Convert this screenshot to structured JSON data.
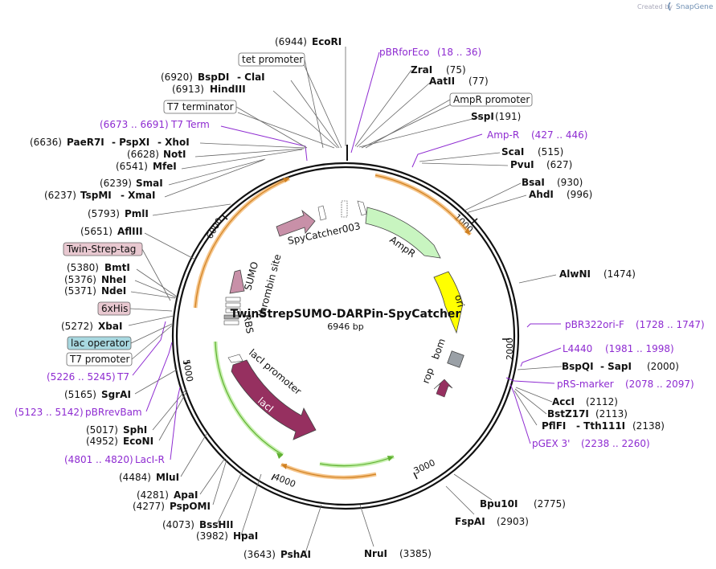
{
  "header": {
    "created_by": "Created by",
    "brand": "SnapGene"
  },
  "plasmid": {
    "name": "TwinStrepSUMO-DARPin-SpyCatcher",
    "size": "6946 bp"
  },
  "ticks": [
    "1000",
    "2000",
    "3000",
    "4000",
    "5000",
    "6000"
  ],
  "features": {
    "spycatcher": "SpyCatcher003",
    "ampr": "AmpR",
    "ori": "ori",
    "rop": "rop",
    "bom": "bom",
    "laci": "lacI",
    "laci_promoter": "lacI promoter",
    "sumo": "SUMO",
    "thrombin": "thrombin site",
    "rbs": "RBS"
  },
  "enzymes": {
    "ecori": {
      "pos": "(6944)",
      "name": "EcoRI"
    },
    "bspdi": {
      "pos": "(6920)",
      "name": "BspDI",
      "name2": "- ClaI"
    },
    "hindiii": {
      "pos": "(6913)",
      "name": "HindIII"
    },
    "paer7i": {
      "pos": "(6636)",
      "name": "PaeR7I",
      "name2": "- PspXI",
      "name3": "- XhoI"
    },
    "noti": {
      "pos": "(6628)",
      "name": "NotI"
    },
    "mfei": {
      "pos": "(6541)",
      "name": "MfeI"
    },
    "smai": {
      "pos": "(6239)",
      "name": "SmaI"
    },
    "tspmi": {
      "pos": "(6237)",
      "name": "TspMI",
      "name2": "- XmaI"
    },
    "pmli": {
      "pos": "(5793)",
      "name": "PmlI"
    },
    "aflii": {
      "pos": "(5651)",
      "name": "AflIII"
    },
    "bmti": {
      "pos": "(5380)",
      "name": "BmtI"
    },
    "nhei": {
      "pos": "(5376)",
      "name": "NheI"
    },
    "ndei": {
      "pos": "(5371)",
      "name": "NdeI"
    },
    "xbai": {
      "pos": "(5272)",
      "name": "XbaI"
    },
    "sgrai": {
      "pos": "(5165)",
      "name": "SgrAI"
    },
    "sphi": {
      "pos": "(5017)",
      "name": "SphI"
    },
    "econi": {
      "pos": "(4952)",
      "name": "EcoNI"
    },
    "mlui": {
      "pos": "(4484)",
      "name": "MluI"
    },
    "apai": {
      "pos": "(4281)",
      "name": "ApaI"
    },
    "pspomi": {
      "pos": "(4277)",
      "name": "PspOMI"
    },
    "bsshii": {
      "pos": "(4073)",
      "name": "BssHII"
    },
    "hpai": {
      "pos": "(3982)",
      "name": "HpaI"
    },
    "pshai": {
      "pos": "(3643)",
      "name": "PshAI"
    },
    "nrui": {
      "name": "NruI",
      "pos": "(3385)"
    },
    "fspai": {
      "name": "FspAI",
      "pos": "(2903)"
    },
    "bpu10i": {
      "name": "Bpu10I",
      "pos": "(2775)"
    },
    "pflfi": {
      "name": "PflFI",
      "name2": "- Tth111I",
      "pos": "(2138)"
    },
    "bstz17i": {
      "name": "BstZ17I",
      "pos": "(2113)"
    },
    "acci": {
      "name": "AccI",
      "pos": "(2112)"
    },
    "bspqi": {
      "name": "BspQI",
      "name2": "- SapI",
      "pos": "(2000)"
    },
    "alwni": {
      "name": "AlwNI",
      "pos": "(1474)"
    },
    "ahdi": {
      "name": "AhdI",
      "pos": "(996)"
    },
    "bsai": {
      "name": "BsaI",
      "pos": "(930)"
    },
    "pvui": {
      "name": "PvuI",
      "pos": "(627)"
    },
    "scai": {
      "name": "ScaI",
      "pos": "(515)"
    },
    "sspi": {
      "name": "SspI",
      "pos": "(191)"
    },
    "aatii": {
      "name": "AatII",
      "pos": "(77)"
    },
    "zrai": {
      "name": "ZraI",
      "pos": "(75)"
    }
  },
  "primers": {
    "pbrforeco": {
      "name": "pBRforEco",
      "range": "(18 .. 36)"
    },
    "ampr_primer": {
      "name": "Amp-R",
      "range": "(427 .. 446)"
    },
    "pbr322ori": {
      "name": "pBR322ori-F",
      "range": "(1728 .. 1747)"
    },
    "l4440": {
      "name": "L4440",
      "range": "(1981 .. 1998)"
    },
    "prs": {
      "name": "pRS-marker",
      "range": "(2078 .. 2097)"
    },
    "pgex": {
      "name": "pGEX 3'",
      "range": "(2238 .. 2260)"
    },
    "t7term": {
      "range": "(6673 .. 6691)",
      "name": "T7 Term"
    },
    "t7": {
      "range": "(5226 .. 5245)",
      "name": "T7"
    },
    "pbrrevbam": {
      "range": "(5123 .. 5142)",
      "name": "pBRrevBam"
    },
    "lacir": {
      "range": "(4801 .. 4820)",
      "name": "LacI-R"
    }
  },
  "boxes": {
    "tet_promoter": "tet promoter",
    "t7_terminator": "T7 terminator",
    "ampr_promoter": "AmpR promoter",
    "twin_strep": "Twin-Strep-tag",
    "his6": "6xHis",
    "lac_operator": "lac operator",
    "t7_promoter": "T7 promoter"
  },
  "colors": {
    "ampr": "#c8f5c0",
    "ori": "#ffff00",
    "laci": "#963060",
    "spy": "#c890a8",
    "primer": "#8e2bd1",
    "orange_arrow": "#f0a040",
    "green_arrow": "#5fb030"
  }
}
